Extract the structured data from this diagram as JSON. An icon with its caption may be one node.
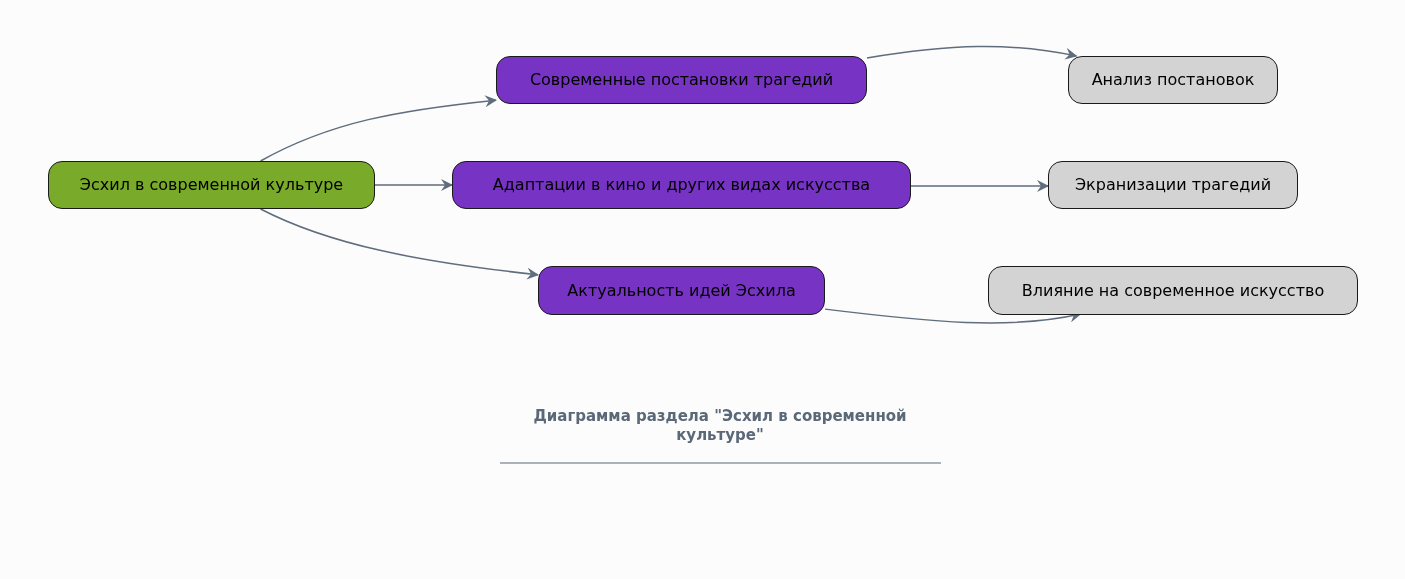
{
  "diagram": {
    "title": "Диаграмма раздела \"Эсхил в современной культуре\"",
    "nodes": [
      {
        "text": [
          "Эсхил в современной культуре"
        ]
      },
      {
        "text": [
          "Современные постановки трагедий"
        ]
      },
      {
        "text": [
          "Адаптации в кино и других видах искусства"
        ]
      },
      {
        "text": [
          "Актуальность идей Эсхила"
        ]
      },
      {
        "text": [
          "Анализ постановок"
        ]
      },
      {
        "text": [
          "Экранизации трагедий"
        ]
      },
      {
        "text": [
          "Влияние на современное искусство"
        ]
      }
    ],
    "edges": [
      {
        "from": 0,
        "to": 1,
        "arrow": "to"
      },
      {
        "from": 0,
        "to": 2,
        "arrow": "to"
      },
      {
        "from": 0,
        "to": 3,
        "arrow": "to"
      },
      {
        "from": 1,
        "to": 4,
        "arrow": "to"
      },
      {
        "from": 2,
        "to": 5,
        "arrow": "to"
      },
      {
        "from": 3,
        "to": 6,
        "arrow": "to"
      }
    ]
  }
}
